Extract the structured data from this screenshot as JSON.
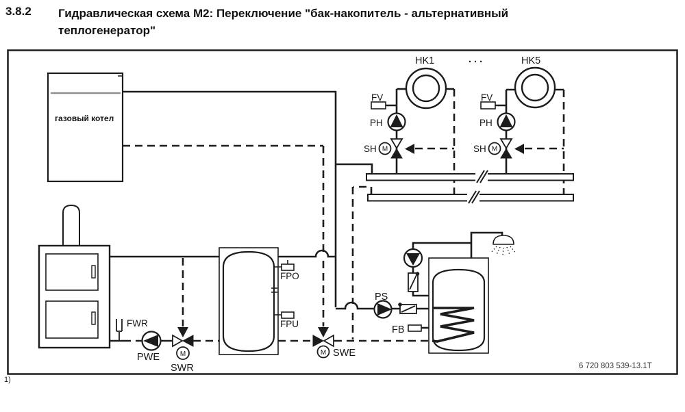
{
  "header": {
    "section_number": "3.8.2",
    "title_line1": "Гидравлическая схема М2: Переключение \"бак-накопитель - альтернативный",
    "title_line2": "теплогенератор\""
  },
  "diagram": {
    "gas_boiler_label": "газовый котел",
    "heating_circuits": {
      "hk1_label": "HK1",
      "dots_label": ". . .",
      "hk5_label": "HK5",
      "fv_label": "FV",
      "ph_label": "PH",
      "sh_label": "SH",
      "m_label": "M"
    },
    "labels": {
      "fwr": "FWR",
      "pwe": "PWE",
      "swr": "SWR",
      "swe": "SWE",
      "fpo": "FPO",
      "fpu": "FPU",
      "ps": "PS",
      "fb": "FB"
    },
    "reference_number": "6 720 803 539-13.1T",
    "footnote_marker": "1)"
  },
  "colors": {
    "line": "#1c1c1c",
    "gray_line": "#8f8f8f",
    "background": "#ffffff"
  }
}
